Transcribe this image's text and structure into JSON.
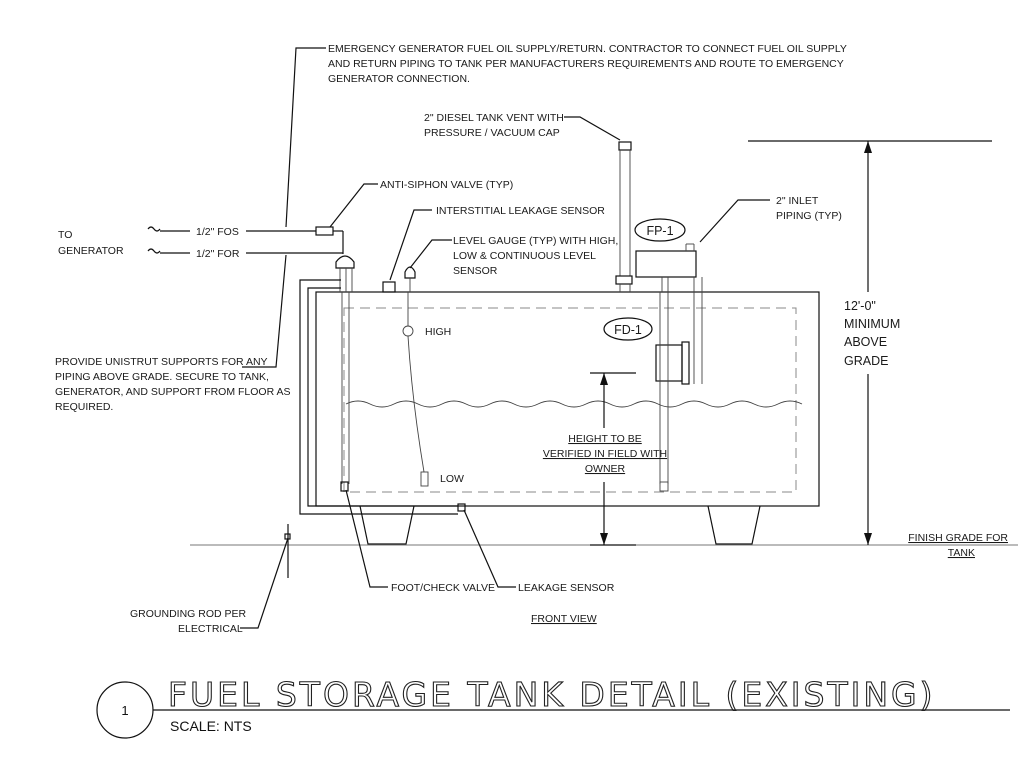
{
  "notes": {
    "generator_line1": "EMERGENCY GENERATOR FUEL OIL SUPPLY/RETURN.  CONTRACTOR TO CONNECT FUEL OIL SUPPLY",
    "generator_line2": "AND RETURN  PIPING TO TANK PER MANUFACTURERS REQUIREMENTS AND ROUTE TO EMERGENCY",
    "generator_line3": "GENERATOR CONNECTION.",
    "vent_line1": "2\" DIESEL TANK VENT WITH",
    "vent_line2": "PRESSURE / VACUUM CAP",
    "anti_siphon": "ANTI-SIPHON VALVE (TYP)",
    "interstitial": "INTERSTITIAL LEAKAGE SENSOR",
    "level_line1": "LEVEL GAUGE (TYP) WITH HIGH,",
    "level_line2": "LOW & CONTINUOUS LEVEL",
    "level_line3": "SENSOR",
    "inlet_line1": "2\" INLET",
    "inlet_line2": "PIPING (TYP)",
    "to_line1": "TO",
    "to_line2": "GENERATOR",
    "fos": "1/2\" FOS",
    "for": "1/2\" FOR",
    "unistrut_line1": "PROVIDE UNISTRUT SUPPORTS FOR ANY",
    "unistrut_line2": "PIPING ABOVE GRADE. SECURE TO TANK,",
    "unistrut_line3": "GENERATOR, AND SUPPORT FROM FLOOR AS",
    "unistrut_line4": "REQUIRED.",
    "high": "HIGH",
    "low": "LOW",
    "fp1": "FP-1",
    "fd1": "FD-1",
    "height_line1": "HEIGHT TO BE",
    "height_line2": "VERIFIED IN FIELD WITH",
    "height_line3": "OWNER",
    "min_line1": "12'-0\"",
    "min_line2": "MINIMUM",
    "min_line3": "ABOVE",
    "min_line4": "GRADE",
    "finish_line1": "FINISH GRADE FOR",
    "finish_line2": "TANK",
    "foot_valve": "FOOT/CHECK VALVE",
    "leakage_sensor": "LEAKAGE SENSOR",
    "grounding_line1": "GROUNDING  ROD PER",
    "grounding_line2": "ELECTRICAL",
    "front_view": "FRONT VIEW"
  },
  "title_block": {
    "detail_number": "1",
    "title": "FUEL STORAGE TANK DETAIL (EXISTING)",
    "scale": "SCALE:  NTS"
  }
}
